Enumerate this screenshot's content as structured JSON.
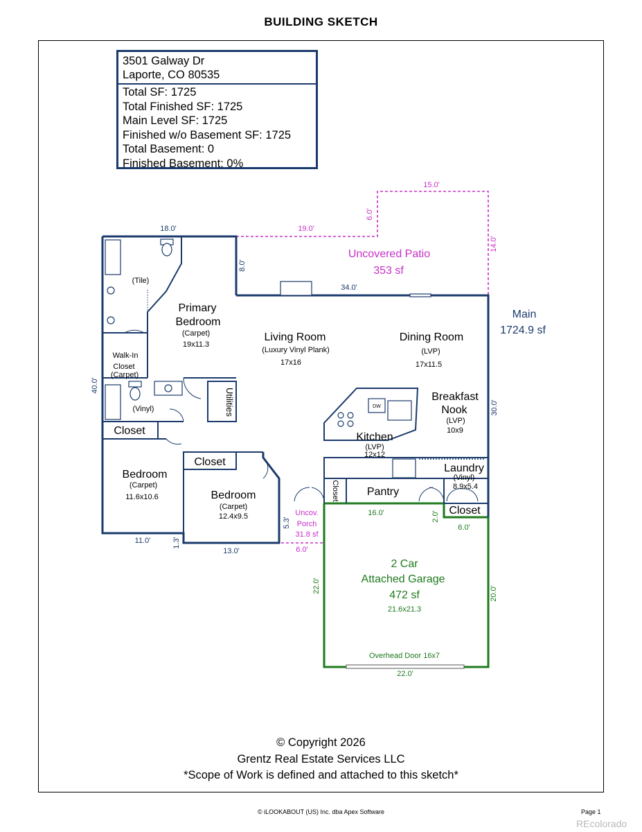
{
  "title": "BUILDING SKETCH",
  "info": {
    "address_line1": "3501 Galway Dr",
    "address_line2": "Laporte, CO 80535",
    "stats": [
      "Total SF: 1725",
      "Total Finished SF: 1725",
      "Main Level SF: 1725",
      "Finished w/o Basement SF: 1725",
      "Total Basement: 0",
      "Finished Basement: 0%"
    ]
  },
  "areas": {
    "main_label": "Main",
    "main_sf": "1724.9 sf",
    "patio_label": "Uncovered Patio",
    "patio_sf": "353 sf",
    "porch_line1": "Uncov.",
    "porch_line2": "Porch",
    "porch_sf": "31.8 sf",
    "garage_line1": "2 Car",
    "garage_line2": "Attached Garage",
    "garage_sf": "472 sf",
    "garage_dims": "21.6x21.3",
    "overhead_door": "Overhead Door 16x7"
  },
  "rooms": {
    "tile": "(Tile)",
    "primary_line1": "Primary",
    "primary_line2": "Bedroom",
    "primary_floor": "(Carpet)",
    "primary_dims": "19x11.3",
    "living_name": "Living Room",
    "living_floor": "(Luxury Vinyl Plank)",
    "living_dims": "17x16",
    "dining_name": "Dining Room",
    "dining_floor": "(LVP)",
    "dining_dims": "17x11.5",
    "walkin_line1": "Walk-In",
    "walkin_line2": "Closet",
    "walkin_floor": "(Carpet)",
    "vinyl_bath": "(Vinyl)",
    "utilities": "Utilities",
    "closet_bath": "Closet",
    "breakfast_line1": "Breakfast",
    "breakfast_line2": "Nook",
    "breakfast_floor": "(LVP)",
    "breakfast_dims": "10x9",
    "dw": "DW",
    "kitchen_name": "Kitchen",
    "kitchen_floor": "(LVP)",
    "kitchen_dims": "12x12",
    "bedroom1_name": "Bedroom",
    "bedroom1_floor": "(Carpet)",
    "bedroom1_dims": "11.6x10.6",
    "closet_bed2": "Closet",
    "bedroom2_name": "Bedroom",
    "bedroom2_floor": "(Carpet)",
    "bedroom2_dims": "12.4x9.5",
    "laundry_name": "Laundry",
    "laundry_floor": "(Vinyl)",
    "laundry_dims": "8.9x5.4",
    "closet_hall": "Closet",
    "pantry": "Pantry",
    "closet_garage": "Closet"
  },
  "dims": {
    "top_left": "18.0'",
    "patio_top_left": "19.0'",
    "patio_step": "6.0'",
    "patio_top_right": "15.0'",
    "patio_right": "14.0'",
    "patio_left": "8.0'",
    "patio_bottom": "34.0'",
    "left_side": "40.0'",
    "right_side": "30.0'",
    "bottom_left": "11.0'",
    "bottom_step": "1.3'",
    "bottom_mid": "13.0'",
    "porch_side": "5.3'",
    "porch_bottom": "6.0'",
    "garage_top": "16.0'",
    "garage_step": "2.0'",
    "garage_top_right": "6.0'",
    "garage_left": "22.0'",
    "garage_right": "20.0'",
    "garage_bottom": "22.0'"
  },
  "colors": {
    "walls": "#1a3a6b",
    "patio": "#c72fc7",
    "garage": "#1e7a1e"
  },
  "copyright": {
    "line1": "© Copyright 2026",
    "line2": "Grentz Real Estate Services LLC",
    "line3": "*Scope of Work is defined and attached to this sketch*"
  },
  "footer": {
    "software": "© iLOOKABOUT (US) Inc. dba Apex Software",
    "page": "Page 1",
    "watermark": "REcolorado"
  }
}
